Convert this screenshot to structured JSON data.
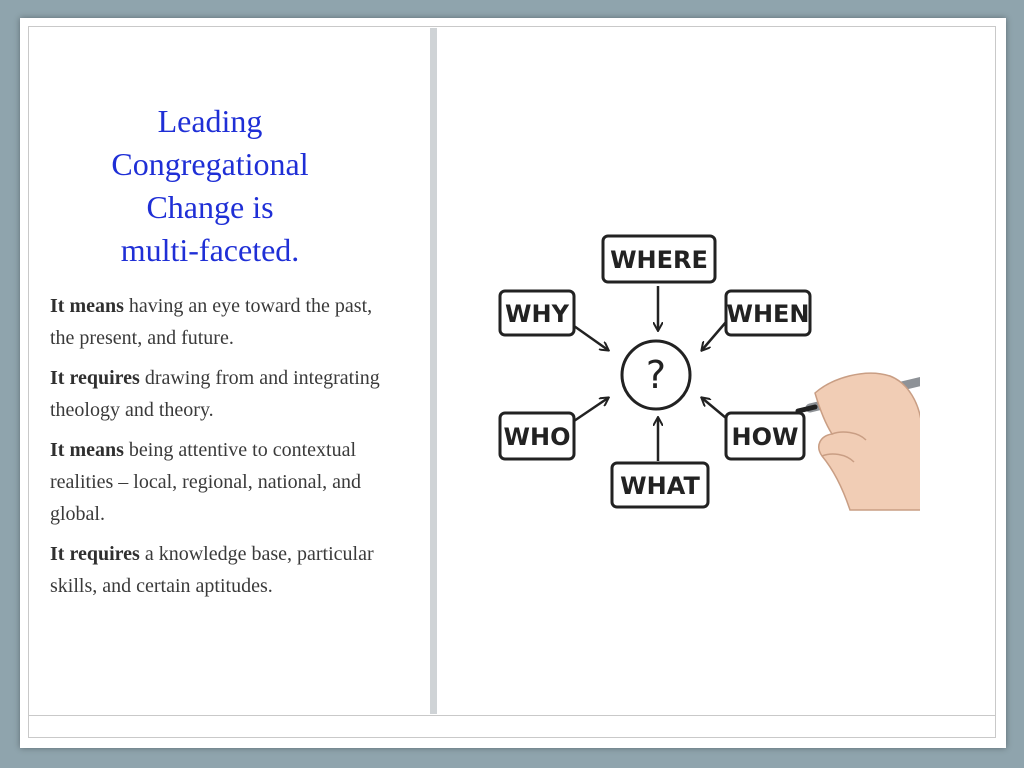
{
  "slide": {
    "title": "Leading\nCongregational\nChange is\nmulti-faceted.",
    "bullets": [
      {
        "lead": "It means",
        "rest": "having an eye toward the past, the present, and future."
      },
      {
        "lead": "It requires",
        "rest": "drawing from and integrating theology and theory."
      },
      {
        "lead": "It means",
        "rest": "being attentive to contextual realities – local, regional, national, and global."
      },
      {
        "lead": "It requires",
        "rest": "a knowledge base, particular skills, and certain aptitudes."
      }
    ]
  },
  "diagram": {
    "center": "?",
    "where": "WHERE",
    "why": "WHY",
    "when": "WHEN",
    "who": "WHO",
    "how": "HOW",
    "what": "WHAT"
  },
  "colors": {
    "title": "#1f2fd6",
    "body": "#3a3a3a",
    "background": "#8fa4ad"
  }
}
